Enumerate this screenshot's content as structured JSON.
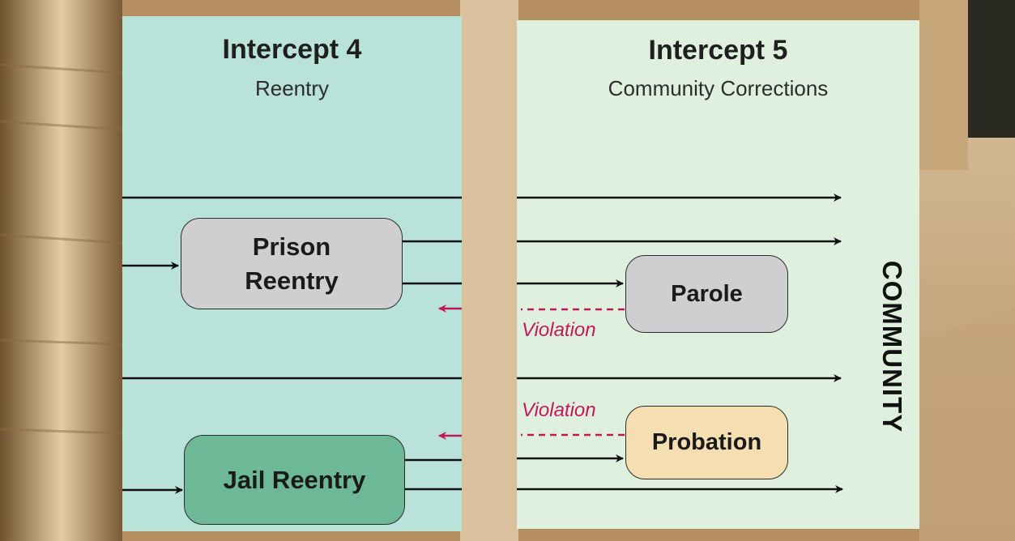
{
  "intercept4": {
    "title": "Intercept 4",
    "subtitle": "Reentry",
    "prison_reentry_line1": "Prison",
    "prison_reentry_line2": "Reentry",
    "jail_reentry": "Jail Reentry"
  },
  "intercept5": {
    "title": "Intercept 5",
    "subtitle": "Community Corrections",
    "parole": "Parole",
    "probation": "Probation",
    "violation_parole": "Violation",
    "violation_probation": "Violation"
  },
  "community_label": "COMMUNITY",
  "colors": {
    "intercept4_bg": "#b9e2d8",
    "intercept5_bg": "#e0f0df",
    "box_gray": "#cfcfd1",
    "box_green": "#6db896",
    "box_peach": "#f6deb3",
    "violation": "#c2185b",
    "arrow": "#111111"
  }
}
